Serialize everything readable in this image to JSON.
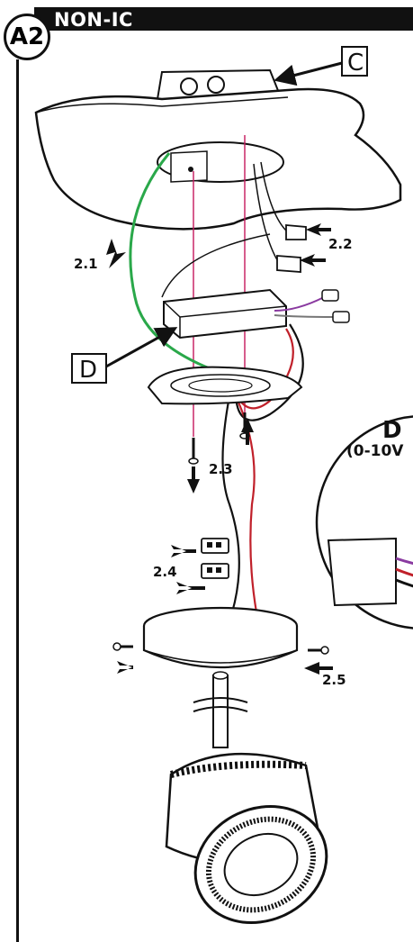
{
  "header": {
    "badge": "A2",
    "title": "NON-IC"
  },
  "callouts": {
    "c": "C",
    "d": "D"
  },
  "steps": {
    "s21": "2.1",
    "s22": "2.2",
    "s23": "2.3",
    "s24": "2.4",
    "s25": "2.5"
  },
  "detail": {
    "title": "D",
    "subtitle": "(0-10V"
  },
  "colors": {
    "ground_wire": "#2aa84a",
    "guide_line": "#c4185c",
    "red_wire": "#c0202a",
    "black_wire": "#111111"
  }
}
